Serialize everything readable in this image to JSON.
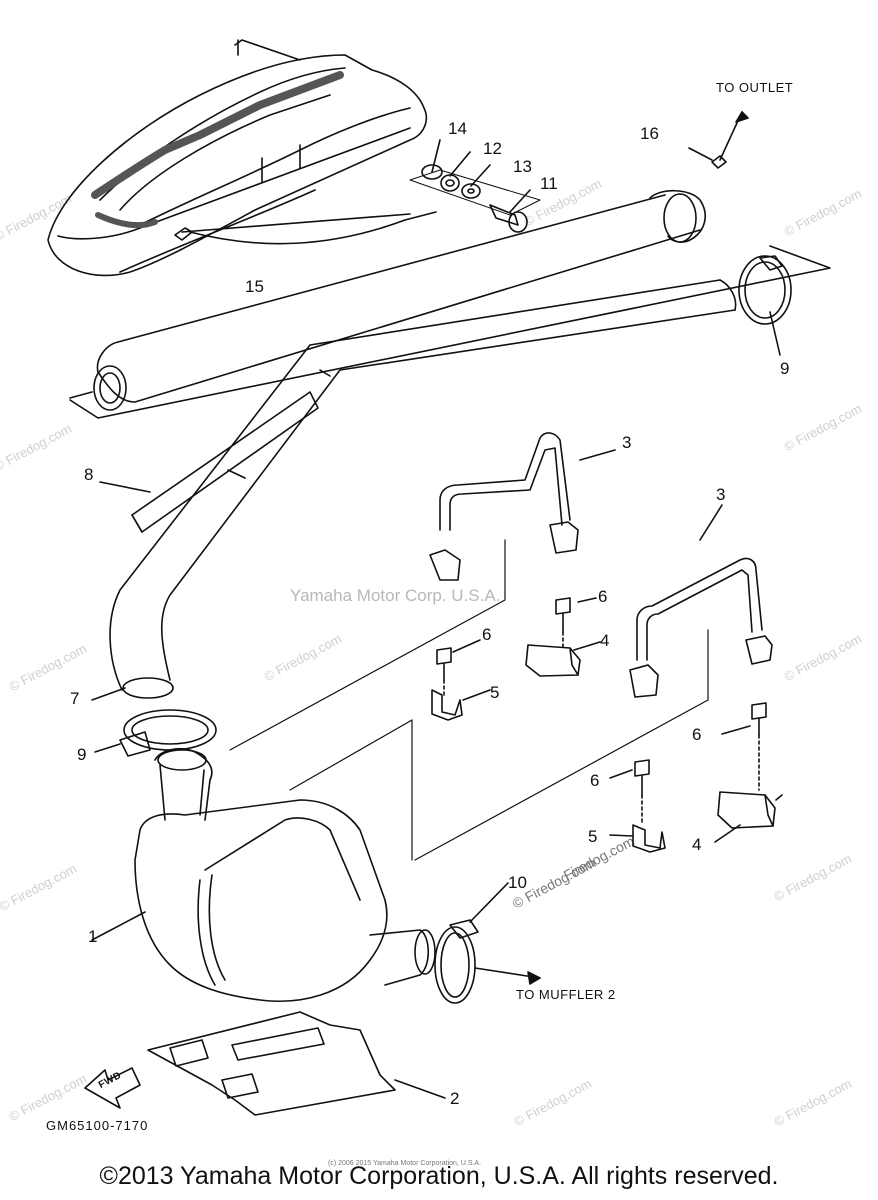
{
  "diagram": {
    "callouts": {
      "c1": "1",
      "c2": "2",
      "c3a": "3",
      "c3b": "3",
      "c4a": "4",
      "c4b": "4",
      "c5a": "5",
      "c5b": "5",
      "c6a": "6",
      "c6b": "6",
      "c6c": "6",
      "c6d": "6",
      "c7": "7",
      "c8": "8",
      "c9a": "9",
      "c9b": "9",
      "c10": "10",
      "c11": "11",
      "c12": "12",
      "c13": "13",
      "c14": "14",
      "c15": "15",
      "c16": "16"
    },
    "labels": {
      "to_outlet": "TO OUTLET",
      "to_muffler": "TO MUFFLER 2",
      "fwd": "FWD",
      "part_code": "GM65100-7170"
    },
    "watermark": {
      "center": "Yamaha Motor Corp. U.S.A.",
      "site": "© Firedog.com",
      "site_inline": "Firedog.com"
    },
    "fine_print": "(c) 2006 2015 Yamaha Motor Corporation, U.S.A.",
    "copyright": "©2013 Yamaha Motor Corporation, U.S.A. All rights reserved."
  }
}
